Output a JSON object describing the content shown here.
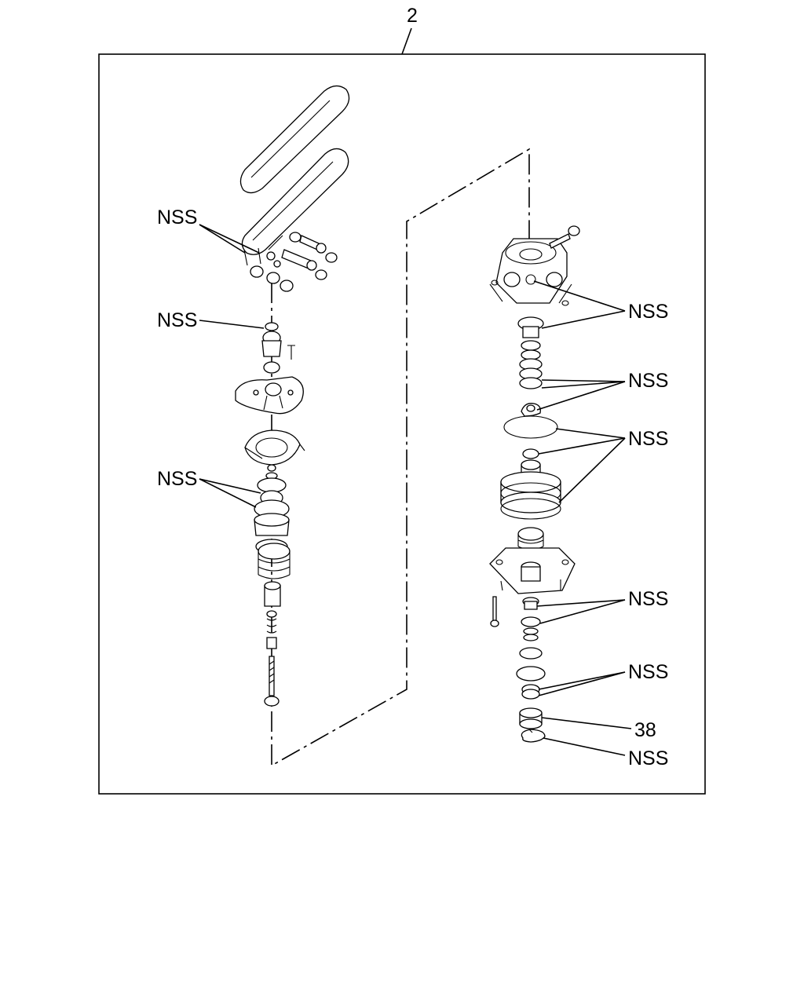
{
  "assembly": {
    "number": "2"
  },
  "callouts": {
    "left_pedal_pins": "NSS",
    "left_roller": "NSS",
    "left_seals": "NSS",
    "right_housing": "NSS",
    "right_orings": "NSS",
    "right_piston": "NSS",
    "right_lower_seals": "NSS",
    "right_bottom_seals": "NSS",
    "part_38": "38",
    "right_retaining_ring": "NSS"
  },
  "colors": {
    "line": "#000000",
    "background": "#ffffff"
  }
}
